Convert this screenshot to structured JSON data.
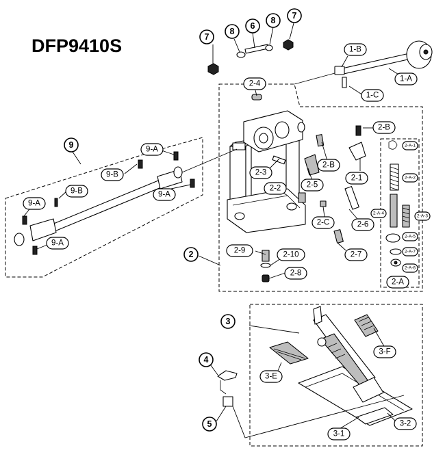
{
  "title": "DFP9410S",
  "callouts": {
    "c7a": "7",
    "c8a": "8",
    "c6": "6",
    "c8b": "8",
    "c7b": "7",
    "c1B": "1-B",
    "c1C": "1-C",
    "c1A": "1-A",
    "c24": "2-4",
    "c2B1": "2-B",
    "c2B2": "2-B",
    "c23": "2-3",
    "c22": "2-2",
    "c25": "2-5",
    "c21": "2-1",
    "c2C": "2-C",
    "c26": "2-6",
    "c27": "2-7",
    "c29": "2-9",
    "c210": "2-10",
    "c28": "2-8",
    "c2A": "2-A",
    "c2": "2",
    "c3": "3",
    "c4": "4",
    "c5": "5",
    "c3E": "3-E",
    "c3F": "3-F",
    "c31": "3-1",
    "c32": "3-2",
    "c9": "9",
    "c9A1": "9-A",
    "c9B1": "9-B",
    "c9A2": "9-A",
    "c9B2": "9-B",
    "c9A3": "9-A",
    "c9A4": "9-A"
  },
  "subparts": {
    "s2A1": "2-A-1",
    "s2A2": "2-A-2",
    "s2A4": "2-A-4",
    "s2A3": "2-A-3",
    "s2A5": "2-A-5",
    "s2A7": "2-A-7",
    "s2A6": "2-A-6"
  }
}
